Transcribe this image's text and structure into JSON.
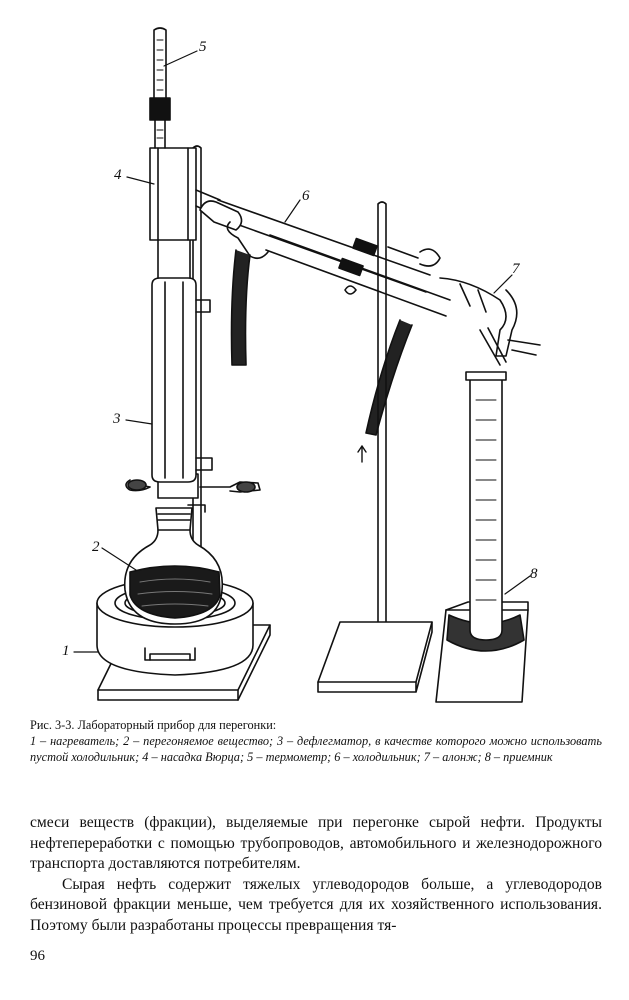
{
  "figure": {
    "labels": [
      "1",
      "2",
      "3",
      "4",
      "5",
      "6",
      "7",
      "8"
    ]
  },
  "caption": {
    "title": "Рис. 3-3. Лабораторный прибор для перегонки:",
    "legend": "1 – нагреватель; 2 – перегоняемое вещество; 3 – дефлегматор, в качестве которого можно использовать пустой холодильник; 4 – насадка Вюрца; 5 – термометр; 6 – холодильник; 7 – алонж; 8 – приемник"
  },
  "body": {
    "paragraph_1": "смеси веществ (фракции), выделяемые при перегонке сырой нефти. Продукты нефтепереработки с помощью трубопроводов, автомобильного и железнодорожного транспорта доставляются потребителям.",
    "paragraph_2": "Сырая нефть содержит тяжелых углеводородов больше, а углеводородов бензиновой фракции меньше, чем требуется для их хозяйственного использования. Поэтому были разработаны процессы превращения тя-"
  },
  "page_number": "96"
}
